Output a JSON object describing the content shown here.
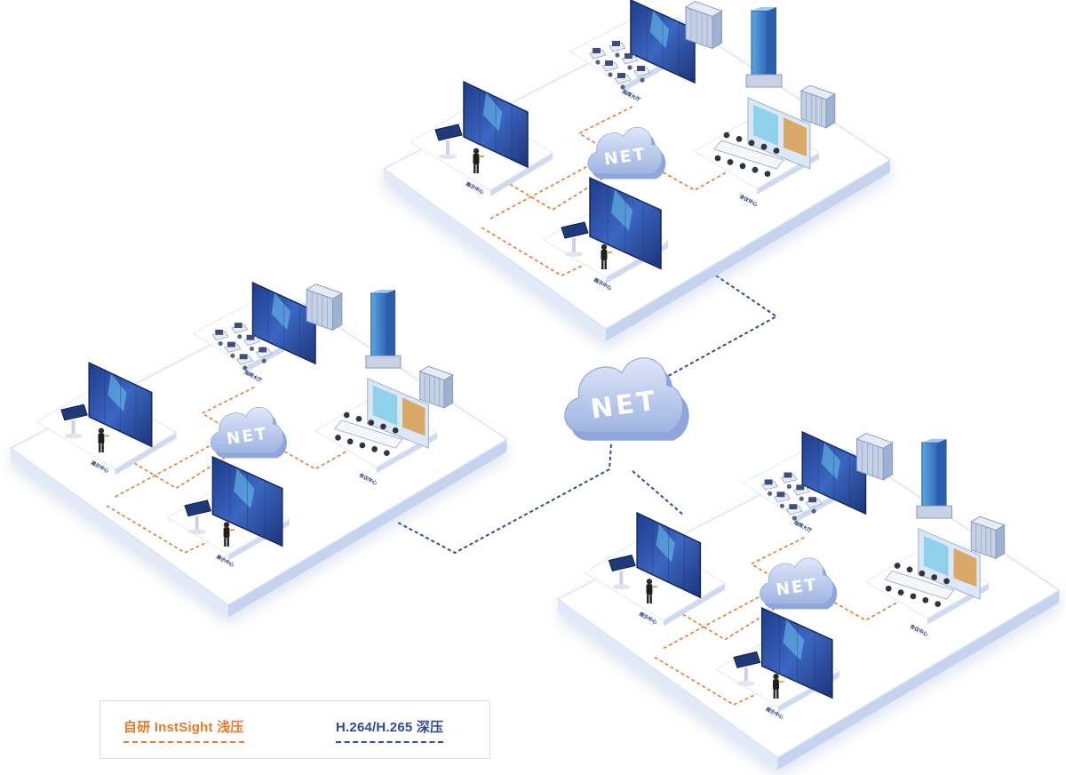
{
  "diagram": {
    "colors": {
      "shallow_link": "#e8782a",
      "deep_link": "#2f4a99",
      "platform_top": "#ffffff",
      "platform_side": "#d9e2f5",
      "cloud_fill": "#c8d6f2",
      "cloud_shade": "#8ea6dc",
      "video_wall": "#2c4fa0",
      "screen_glow": "#6fc6f0"
    },
    "central_cloud": {
      "label": "NET"
    },
    "sites": [
      {
        "cloud_label": "NET",
        "rooms": [
          {
            "label": "指挥大厅"
          },
          {
            "label": "展示中心"
          },
          {
            "label": "会议中心"
          },
          {
            "label": "展示中心"
          }
        ]
      },
      {
        "cloud_label": "NET",
        "rooms": [
          {
            "label": "指挥大厅"
          },
          {
            "label": "展示中心"
          },
          {
            "label": "会议中心"
          },
          {
            "label": "展示中心"
          }
        ]
      },
      {
        "cloud_label": "NET",
        "rooms": [
          {
            "label": "指挥大厅"
          },
          {
            "label": "展示中心"
          },
          {
            "label": "会议中心"
          },
          {
            "label": "展示中心"
          }
        ]
      }
    ]
  },
  "legend": {
    "shallow_label": "自研 InstSight 浅压",
    "deep_label": "H.264/H.265 深压"
  }
}
